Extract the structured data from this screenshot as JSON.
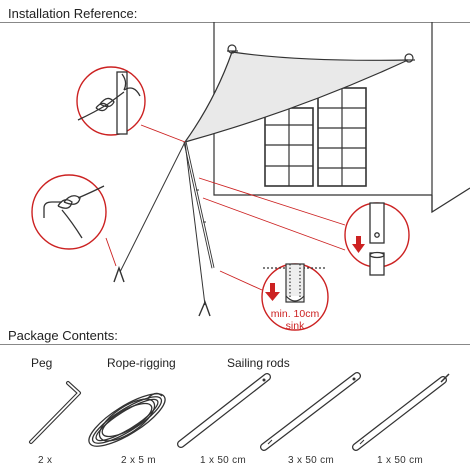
{
  "header": {
    "title": "Installation Reference:"
  },
  "callout": {
    "sink_line1": "min. 10cm",
    "sink_line2": "sink"
  },
  "package": {
    "title": "Package Contents:",
    "items": [
      {
        "name": "Peg",
        "qty": "2 x"
      },
      {
        "name": "Rope-rigging",
        "qty": "2 x 5 m"
      },
      {
        "name": "Sailing rods",
        "qty": "1 x 50 cm"
      },
      {
        "name": "",
        "qty": "3 x 50 cm"
      },
      {
        "name": "",
        "qty": "1 x 50 cm"
      }
    ]
  },
  "colors": {
    "accent": "#cc2222",
    "line": "#333333",
    "fill_grey": "#e9e9e9"
  }
}
